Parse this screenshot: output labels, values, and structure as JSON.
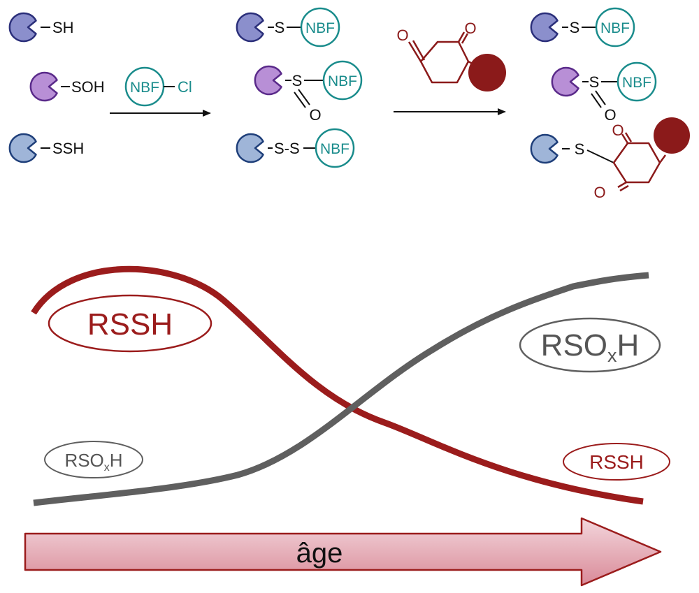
{
  "scheme": {
    "row_labels": {
      "sh": "SH",
      "soh": "SOH",
      "ssh": "SSH"
    },
    "reagent": {
      "probe": "NBF",
      "leaving": "Cl"
    },
    "intermediates": {
      "thioether_s": "S",
      "sulfenyl_s": "S",
      "sulfenyl_o": "O",
      "disulfide": "S-S",
      "probe": "NBF"
    },
    "dimedone_o": "O",
    "products": {
      "probe": "NBF",
      "s": "S",
      "o": "O"
    },
    "colors": {
      "thiol_protein": "#8b8fcc",
      "sulfenic_protein": "#b88fd6",
      "persulfide_protein": "#9fb5d8",
      "probe": "#1a8c8c",
      "dimedone": "#8b1a1a",
      "arrow": "#111111"
    }
  },
  "graph": {
    "big_rssh": "RSSH",
    "big_rsoxh_main": "RSO",
    "big_rsoxh_sub": "x",
    "big_rsoxh_tail": "H",
    "small_rsoxh_main": "RSO",
    "small_rsoxh_sub": "x",
    "small_rsoxh_tail": "H",
    "small_rssh": "RSSH",
    "age": "âge",
    "colors": {
      "rssh": "#9b1c1c",
      "rsoxh": "#5f5f5f",
      "age_arrow_fill": "#e7b9c1",
      "age_arrow_stroke": "#9b1c1c"
    }
  }
}
